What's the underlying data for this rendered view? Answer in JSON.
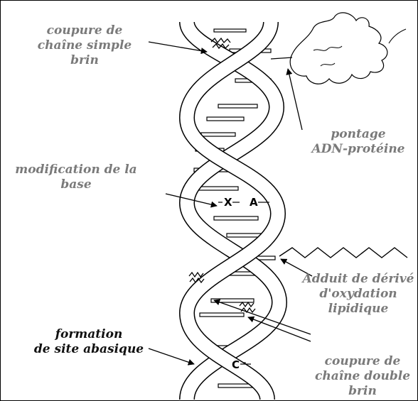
{
  "labels": {
    "single_strand_break": [
      "coupure de",
      "chaîne simple",
      "brin"
    ],
    "dna_protein_crosslink": [
      "pontage",
      "ADN-protéine"
    ],
    "base_modification": [
      "modification de la",
      "base"
    ],
    "lipid_oxidation_adduct": [
      "Adduit de dérivé",
      "d'oxydation",
      "lipidique"
    ],
    "abasic_site": [
      "formation",
      "de site abasique"
    ],
    "double_strand_break": [
      "coupure de",
      "chaîne double",
      "brin"
    ]
  },
  "bases": {
    "modified": "X",
    "pair": "A",
    "lower": "C"
  }
}
